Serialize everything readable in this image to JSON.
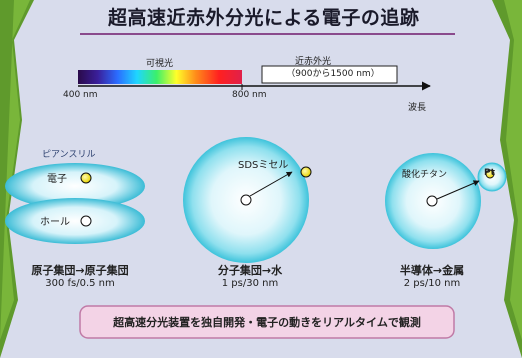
{
  "title": "超高速近赤外分光による電子の追跡",
  "spectrum": {
    "visible_label": "可視光",
    "nir_label": "近赤外光",
    "nir_range": "（900から1500 nm）",
    "tick_400": "400 nm",
    "tick_800": "800 nm",
    "axis_label": "波長"
  },
  "panels": [
    {
      "material_label": "ピアンスリル",
      "electron_label": "電子",
      "hole_label": "ホール",
      "caption": "原子集団→原子集団",
      "scale": "300 fs/0.5 nm"
    },
    {
      "material_label": "SDSミセル",
      "caption": "分子集団→水",
      "scale": "1 ps/30 nm"
    },
    {
      "material_label": "酸化チタン",
      "metal_label": "Pt",
      "caption": "半導体→金属",
      "scale": "2 ps/10 nm"
    }
  ],
  "footer": "超高速分光装置を独自開発・電子の動きをリアルタイムで観測",
  "colors": {
    "background": "#d8dcec",
    "frame_green": "#5f9a2c",
    "title_underline": "#8a4a8c",
    "sphere_center": "#ffffff",
    "sphere_edge": "#4ec9de",
    "electron_yellow": "#f6ea1e",
    "footer_fill": "#f3d3e6",
    "footer_border": "#c07aa6"
  }
}
